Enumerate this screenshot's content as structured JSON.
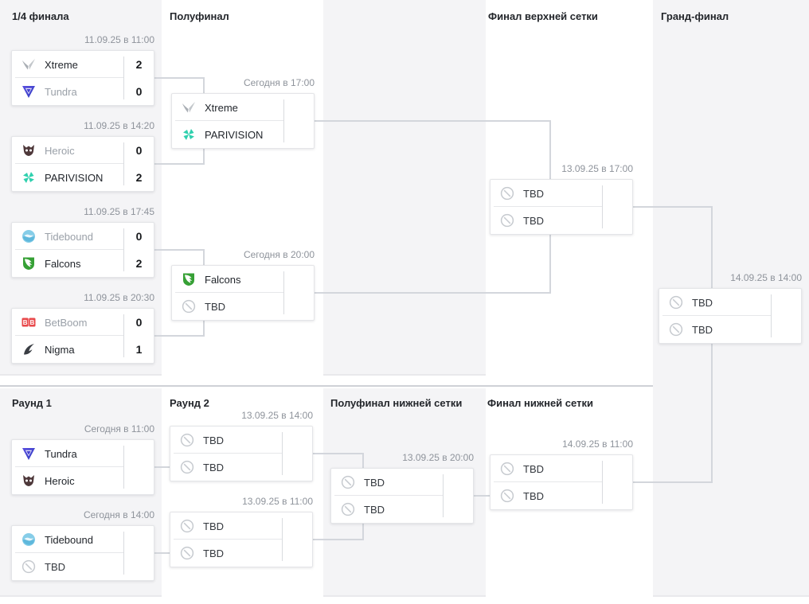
{
  "headers": {
    "upper": [
      "1/4 финала",
      "Полуфинал",
      "Финал верхней сетки",
      "Гранд-финал"
    ],
    "lower": [
      "Раунд 1",
      "Раунд 2",
      "Полуфинал нижней сетки",
      "Финал нижней сетки"
    ]
  },
  "matches": [
    {
      "id": "ub-qf-1",
      "time": "11.09.25 в 11:00",
      "teams": [
        {
          "name": "Xtreme",
          "logo": "xtreme",
          "score": "2",
          "result": "win"
        },
        {
          "name": "Tundra",
          "logo": "tundra",
          "score": "0",
          "result": "loss"
        }
      ]
    },
    {
      "id": "ub-qf-2",
      "time": "11.09.25 в 14:20",
      "teams": [
        {
          "name": "Heroic",
          "logo": "heroic",
          "score": "0",
          "result": "loss"
        },
        {
          "name": "PARIVISION",
          "logo": "parivision",
          "score": "2",
          "result": "win"
        }
      ]
    },
    {
      "id": "ub-qf-3",
      "time": "11.09.25 в 17:45",
      "teams": [
        {
          "name": "Tidebound",
          "logo": "tidebound",
          "score": "0",
          "result": "loss"
        },
        {
          "name": "Falcons",
          "logo": "falcons",
          "score": "2",
          "result": "win"
        }
      ]
    },
    {
      "id": "ub-qf-4",
      "time": "11.09.25 в 20:30",
      "teams": [
        {
          "name": "BetBoom",
          "logo": "betboom",
          "score": "0",
          "result": "loss"
        },
        {
          "name": "Nigma",
          "logo": "nigma",
          "score": "1",
          "result": "win"
        }
      ]
    },
    {
      "id": "ub-sf-1",
      "time": "Сегодня в 17:00",
      "teams": [
        {
          "name": "Xtreme",
          "logo": "xtreme",
          "score": "",
          "result": "none"
        },
        {
          "name": "PARIVISION",
          "logo": "parivision",
          "score": "",
          "result": "none"
        }
      ]
    },
    {
      "id": "ub-sf-2",
      "time": "Сегодня в 20:00",
      "teams": [
        {
          "name": "Falcons",
          "logo": "falcons",
          "score": "",
          "result": "none"
        },
        {
          "name": "TBD",
          "logo": "tbd",
          "score": "",
          "result": "tbd"
        }
      ]
    },
    {
      "id": "ub-final",
      "time": "13.09.25 в 17:00",
      "teams": [
        {
          "name": "TBD",
          "logo": "tbd",
          "score": "",
          "result": "tbd"
        },
        {
          "name": "TBD",
          "logo": "tbd",
          "score": "",
          "result": "tbd"
        }
      ]
    },
    {
      "id": "grand-final",
      "time": "14.09.25 в 14:00",
      "teams": [
        {
          "name": "TBD",
          "logo": "tbd",
          "score": "",
          "result": "tbd"
        },
        {
          "name": "TBD",
          "logo": "tbd",
          "score": "",
          "result": "tbd"
        }
      ]
    },
    {
      "id": "lb-r1-1",
      "time": "Сегодня в 11:00",
      "teams": [
        {
          "name": "Tundra",
          "logo": "tundra",
          "score": "",
          "result": "none"
        },
        {
          "name": "Heroic",
          "logo": "heroic",
          "score": "",
          "result": "none"
        }
      ]
    },
    {
      "id": "lb-r1-2",
      "time": "Сегодня в 14:00",
      "teams": [
        {
          "name": "Tidebound",
          "logo": "tidebound",
          "score": "",
          "result": "none"
        },
        {
          "name": "TBD",
          "logo": "tbd",
          "score": "",
          "result": "tbd"
        }
      ]
    },
    {
      "id": "lb-r2-1",
      "time": "13.09.25 в 14:00",
      "teams": [
        {
          "name": "TBD",
          "logo": "tbd",
          "score": "",
          "result": "tbd"
        },
        {
          "name": "TBD",
          "logo": "tbd",
          "score": "",
          "result": "tbd"
        }
      ]
    },
    {
      "id": "lb-r2-2",
      "time": "13.09.25 в 11:00",
      "teams": [
        {
          "name": "TBD",
          "logo": "tbd",
          "score": "",
          "result": "tbd"
        },
        {
          "name": "TBD",
          "logo": "tbd",
          "score": "",
          "result": "tbd"
        }
      ]
    },
    {
      "id": "lb-sf",
      "time": "13.09.25 в 20:00",
      "teams": [
        {
          "name": "TBD",
          "logo": "tbd",
          "score": "",
          "result": "tbd"
        },
        {
          "name": "TBD",
          "logo": "tbd",
          "score": "",
          "result": "tbd"
        }
      ]
    },
    {
      "id": "lb-final",
      "time": "14.09.25 в 11:00",
      "teams": [
        {
          "name": "TBD",
          "logo": "tbd",
          "score": "",
          "result": "tbd"
        },
        {
          "name": "TBD",
          "logo": "tbd",
          "score": "",
          "result": "tbd"
        }
      ]
    }
  ],
  "colors": {
    "page_bg": "#ffffff",
    "column_band": "#f4f4f6",
    "card_border": "#e4e5e8",
    "connector_line": "#d3d6dc",
    "section_divider": "#cfd1d6",
    "header_text": "#23262b",
    "time_text": "#8e939b",
    "team_text": "#1f2329",
    "loser_text": "#9aa0a8",
    "score_text": "#17191c",
    "tbd_icon": "#c6cacf",
    "logo_xtreme": "#b4b8bd",
    "logo_tundra": "#4340cf",
    "logo_heroic": "#4e383a",
    "logo_parivision": "#2fd0ae",
    "logo_tidebound": "#86cde8",
    "logo_falcons": "#36a035",
    "logo_betboom": "#e8484a",
    "logo_nigma": "#3a3e44"
  }
}
